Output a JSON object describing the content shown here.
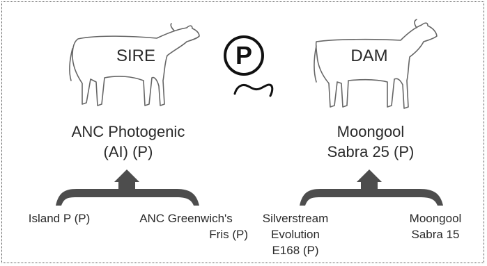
{
  "sire": {
    "label": "SIRE",
    "name_line1": "ANC Photogenic",
    "name_line2": "(AI) (P)"
  },
  "dam": {
    "label": "DAM",
    "name_line1": "Moongool",
    "name_line2": "Sabra 25 (P)"
  },
  "center_badge": {
    "letter": "P",
    "icon": "polled-gene-icon"
  },
  "sire_parents": [
    {
      "lines": [
        "Island P (P)"
      ]
    },
    {
      "lines": [
        "ANC Greenwich's",
        "Fris (P)"
      ]
    }
  ],
  "dam_parents": [
    {
      "lines": [
        "Silverstream",
        "Evolution",
        "E168 (P)"
      ]
    },
    {
      "lines": [
        "Moongool",
        "Sabra 15"
      ]
    }
  ],
  "colors": {
    "outline": "#555555",
    "bracket": "#4d4d4d",
    "text": "#2a2a2a"
  }
}
